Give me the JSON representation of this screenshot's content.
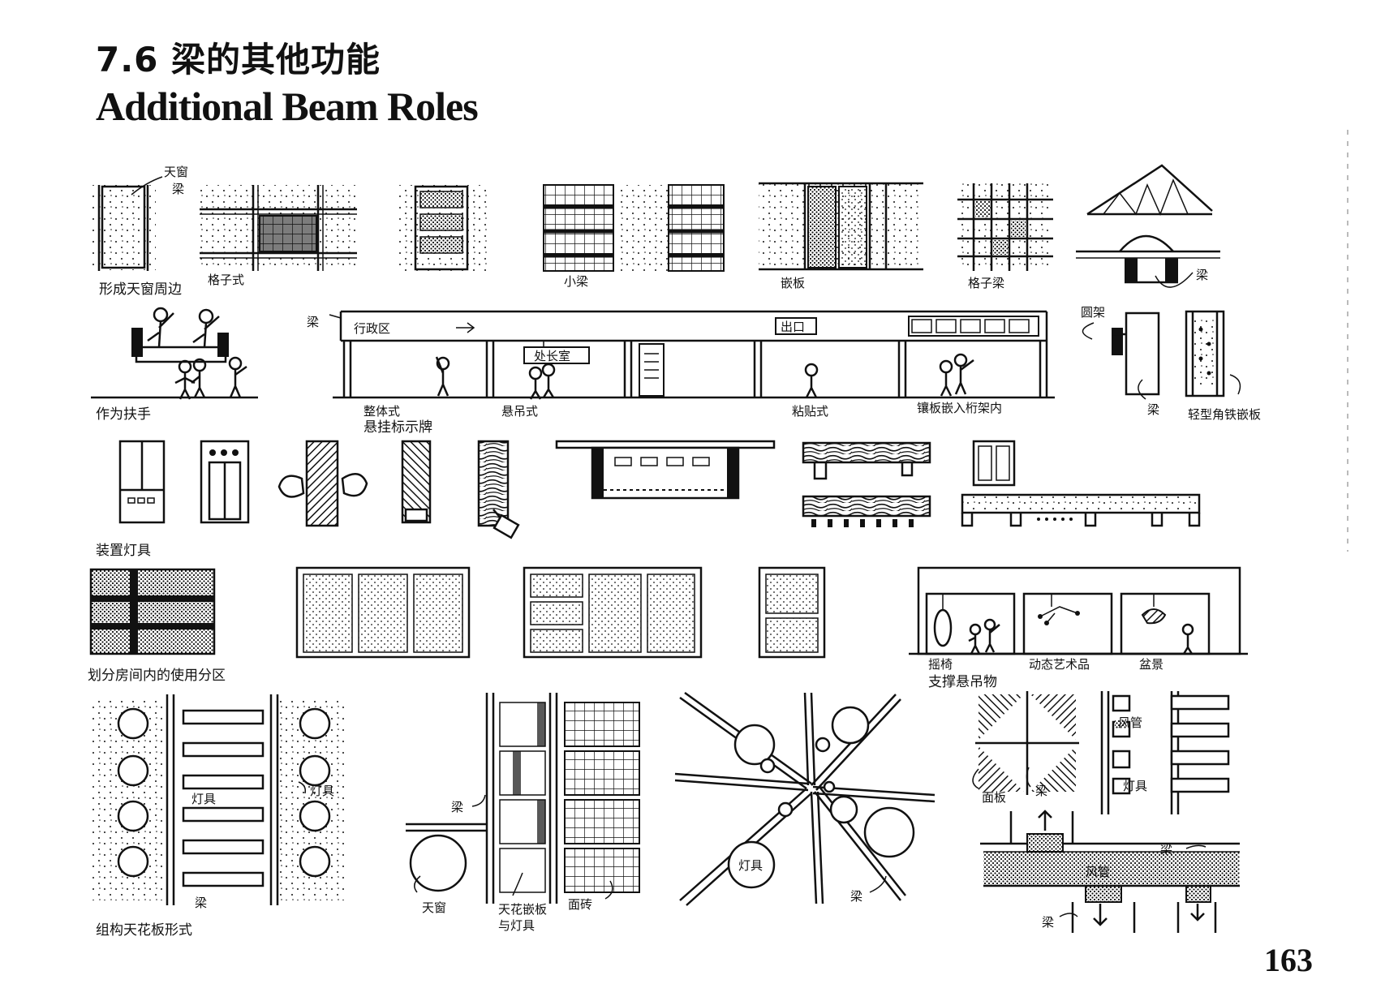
{
  "heading": {
    "number_cn": "7.6 梁的其他功能",
    "title_en": "Additional Beam Roles"
  },
  "page_number": "163",
  "labels": {
    "skylight": "天窗",
    "beam": "梁",
    "skylight_perimeter": "形成天窗周边",
    "coffer": "格子式",
    "joists": "小梁",
    "infill_panel": "嵌板",
    "grid_beams": "格子梁",
    "beam_right": "梁",
    "round_frame": "圆架",
    "handrail": "作为扶手",
    "beam_sign": "梁",
    "admin_area": "行政区",
    "exit": "出口",
    "director_office": "处长室",
    "integral_sign_line1": "整体式",
    "integral_sign_line2": "悬挂标示牌",
    "suspended": "悬吊式",
    "applied": "粘贴式",
    "panel_in_truss": "镶板嵌入桁架内",
    "beam_small": "梁",
    "angle_iron_panel": "轻型角铁嵌板",
    "light_fixtures": "装置灯具",
    "room_zones": "划分房间内的使用分区",
    "swing": "摇椅",
    "kinetic_art": "动态艺术品",
    "potted_plant": "盆景",
    "support_hanging": "支撑悬吊物",
    "duct_1": "风管",
    "light_1": "灯具",
    "light_2": "灯具",
    "light_3": "灯具",
    "light_4": "灯具",
    "beam_ceiling": "梁",
    "ceiling_composition": "组构天花板形式",
    "beam_skylight": "梁",
    "skylight_2": "天窗",
    "ceiling_panel_line1": "天花嵌板",
    "ceiling_panel_line2": "与灯具",
    "tile": "面砖",
    "beam_diag": "梁",
    "face_panel": "面板",
    "beam_duct": "梁",
    "beam_duct_2": "梁",
    "duct_2": "风管",
    "beam_duct_3": "梁"
  }
}
